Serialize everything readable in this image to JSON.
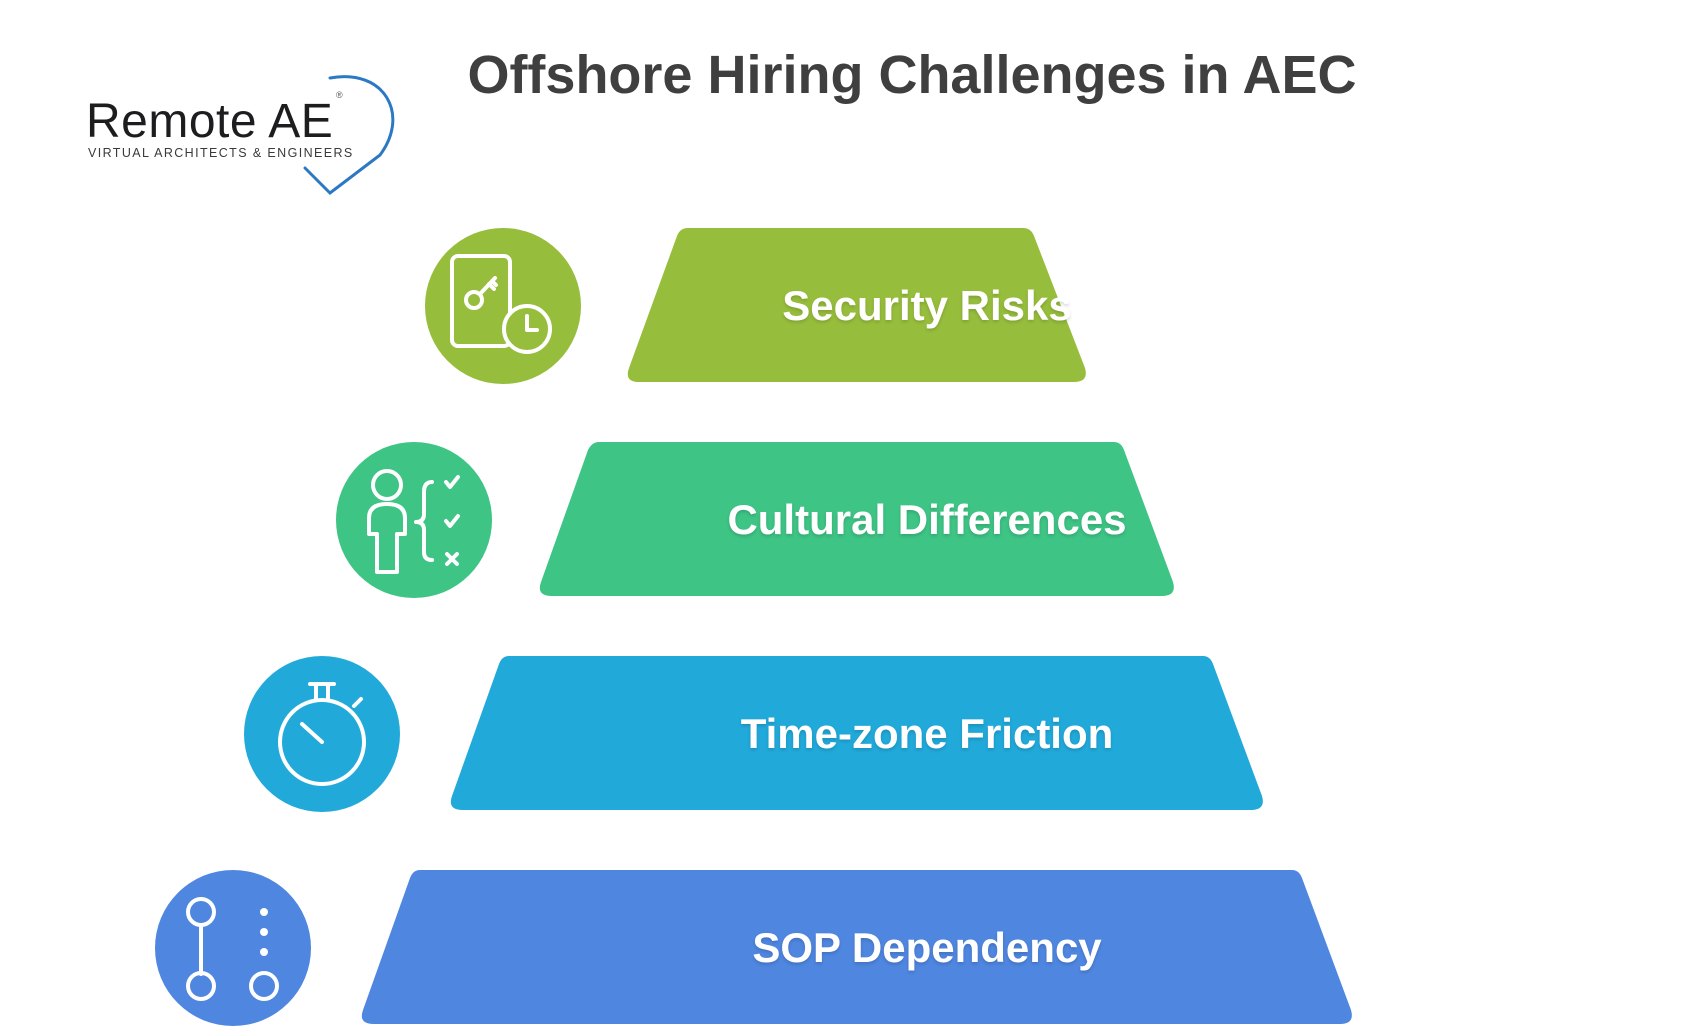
{
  "header": {
    "title": "Offshore Hiring Challenges in AEC"
  },
  "logo": {
    "name": "Remote AE",
    "tagline": "VIRTUAL ARCHITECTS & ENGINEERS",
    "mark": "®",
    "accent": "#2b78c5"
  },
  "levels": [
    {
      "label": "Security Risks",
      "color": "#97bd3c",
      "icon": "phone-key-clock-icon"
    },
    {
      "label": "Cultural Differences",
      "color": "#3ec485",
      "icon": "person-checklist-icon"
    },
    {
      "label": "Time-zone Friction",
      "color": "#21a9da",
      "icon": "stopwatch-icon"
    },
    {
      "label": "SOP Dependency",
      "color": "#4f86e0",
      "icon": "process-flow-icon"
    }
  ]
}
